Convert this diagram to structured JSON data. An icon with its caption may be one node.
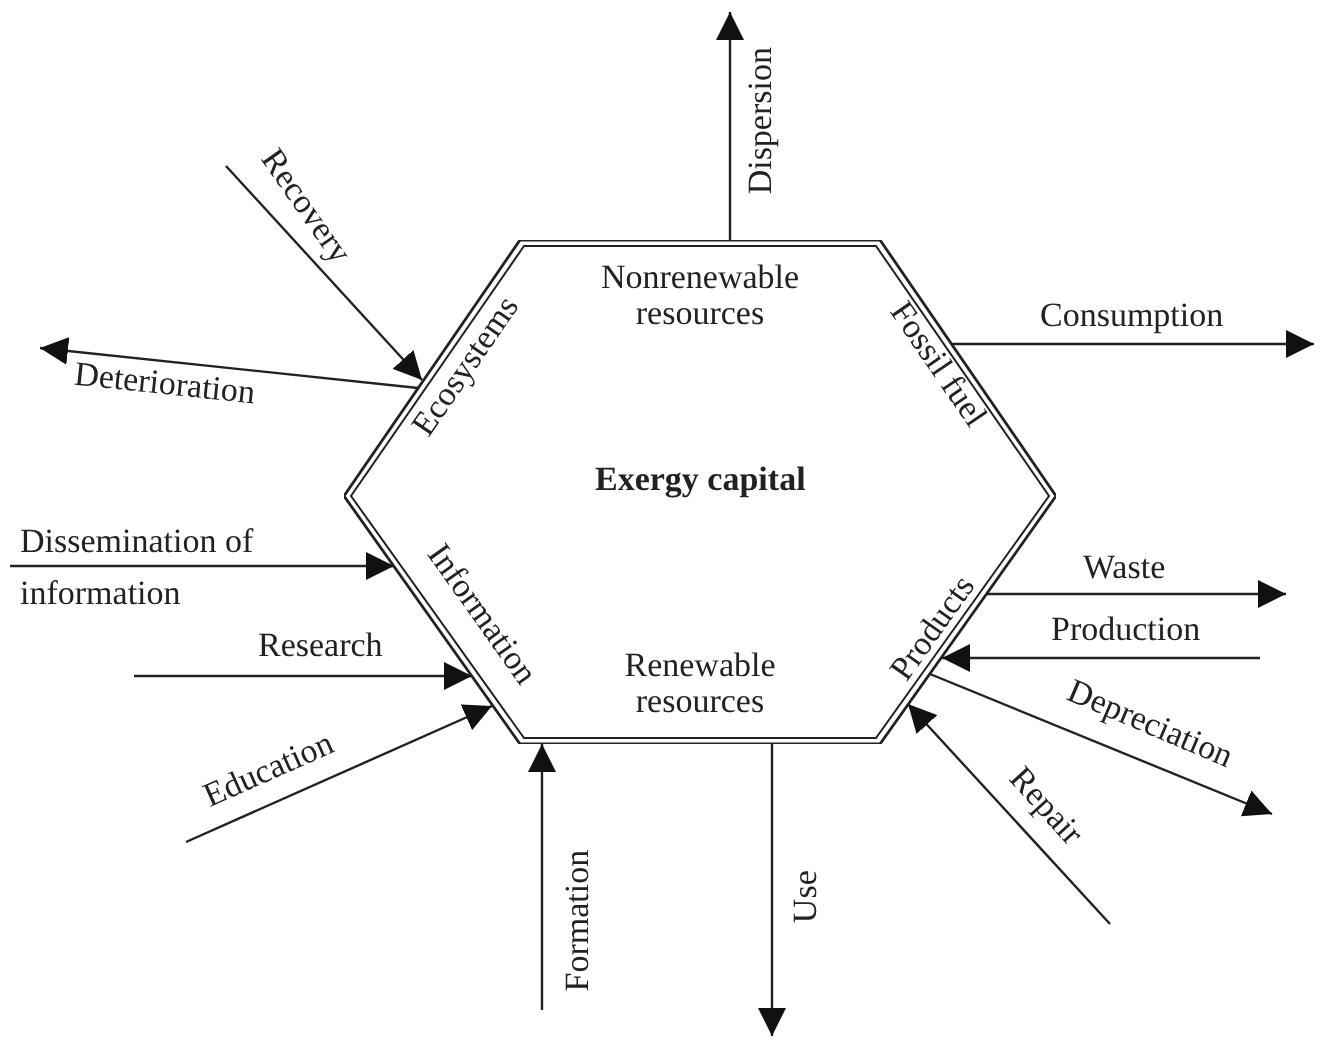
{
  "diagram": {
    "nodes": [
      {
        "text": [
          "Exergy capital"
        ]
      },
      {
        "text": [
          "Nonrenewable resources"
        ],
        "in": 0
      },
      {
        "text": [
          "Ecosystems"
        ],
        "in": 0
      },
      {
        "text": [
          "Fossil fuel"
        ],
        "in": 0
      },
      {
        "text": [
          "Information"
        ],
        "in": 0
      },
      {
        "text": [
          "Products"
        ],
        "in": 0
      },
      {
        "text": [
          "Renewable resources"
        ],
        "in": 0
      }
    ],
    "edges": [
      {
        "from": 1,
        "to": null,
        "arrow": "to",
        "label": "Dispersion"
      },
      {
        "from": 3,
        "to": null,
        "arrow": "to",
        "label": "Consumption"
      },
      {
        "from": null,
        "to": 2,
        "arrow": "to",
        "label": "Recovery"
      },
      {
        "from": 2,
        "to": null,
        "arrow": "to",
        "label": "Deterioration"
      },
      {
        "from": null,
        "to": 4,
        "arrow": "to",
        "label": "Dissemination of information"
      },
      {
        "from": 5,
        "to": null,
        "arrow": "to",
        "label": "Waste"
      },
      {
        "from": null,
        "to": 5,
        "arrow": "to",
        "label": "Production"
      },
      {
        "from": null,
        "to": 4,
        "arrow": "to",
        "label": "Research"
      },
      {
        "from": 5,
        "to": null,
        "arrow": "to",
        "label": "Depreciation"
      },
      {
        "from": null,
        "to": 4,
        "arrow": "to",
        "label": "Education"
      },
      {
        "from": null,
        "to": 5,
        "arrow": "to",
        "label": "Repair"
      },
      {
        "from": null,
        "to": 6,
        "arrow": "to",
        "label": "Formation"
      },
      {
        "from": 6,
        "to": null,
        "arrow": "to",
        "label": "Use"
      }
    ]
  }
}
